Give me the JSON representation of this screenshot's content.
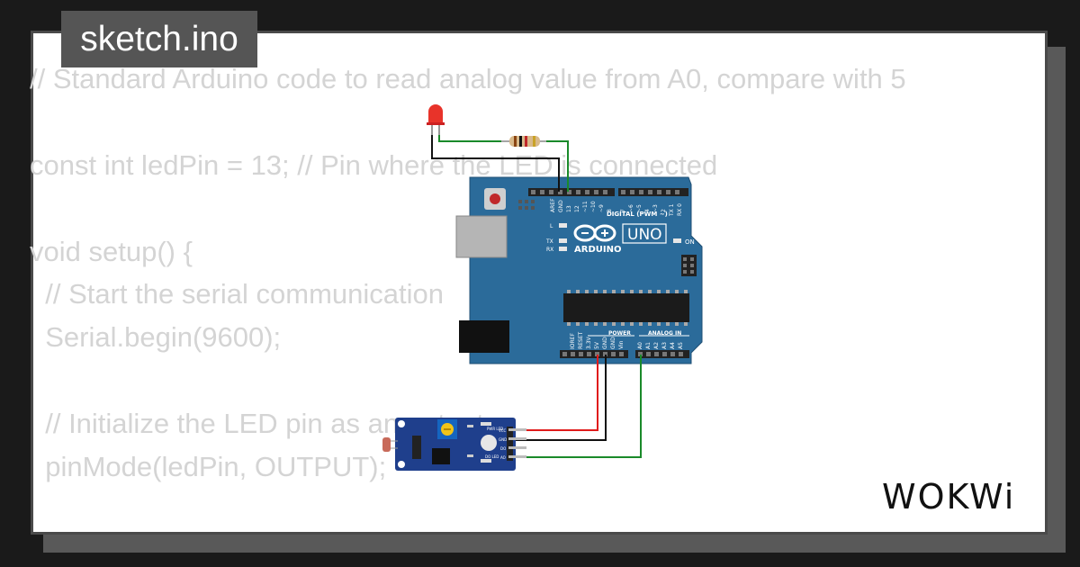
{
  "file_tab": {
    "label": "sketch.ino"
  },
  "code_lines": [
    "// Standard Arduino code to read analog value from A0, compare with 5",
    "",
    "const int ledPin = 13; // Pin where the LED is connected",
    "",
    "void setup() {",
    "  // Start the serial communication",
    "  Serial.begin(9600);",
    "",
    "  // Initialize the LED pin as an output",
    "  pinMode(ledPin, OUTPUT);"
  ],
  "board": {
    "brand": "ARDUINO",
    "model": "UNO",
    "digital_header": "DIGITAL (PWM ~)",
    "power_header": "POWER",
    "analog_header": "ANALOG IN",
    "on_label": "ON",
    "l_label": "L",
    "tx_label": "TX",
    "rx_label": "RX",
    "top_pins": [
      "AREF",
      "GND",
      "13",
      "12",
      "~11",
      "~10",
      "~9",
      "8",
      "7",
      "~6",
      "~5",
      "4",
      "~3",
      "2",
      "TX 1",
      "RX 0"
    ],
    "power_pins": [
      "IOREF",
      "RESET",
      "3.3V",
      "5V",
      "GND",
      "GND",
      "Vin"
    ],
    "analog_pins": [
      "A0",
      "A1",
      "A2",
      "A3",
      "A4",
      "A5"
    ]
  },
  "sensor_module": {
    "pin_labels": [
      "VCC",
      "GND",
      "DO",
      "AO"
    ],
    "led_labels": [
      "PWR LED",
      "DO LED"
    ]
  },
  "logo": {
    "text": "WOKWi"
  },
  "colors": {
    "board_blue": "#2b6b9a",
    "wire_red": "#e01b1b",
    "wire_green": "#1a8a2a",
    "wire_black": "#111111",
    "led_red": "#e8332a",
    "module_blue": "#1f3f8c"
  }
}
